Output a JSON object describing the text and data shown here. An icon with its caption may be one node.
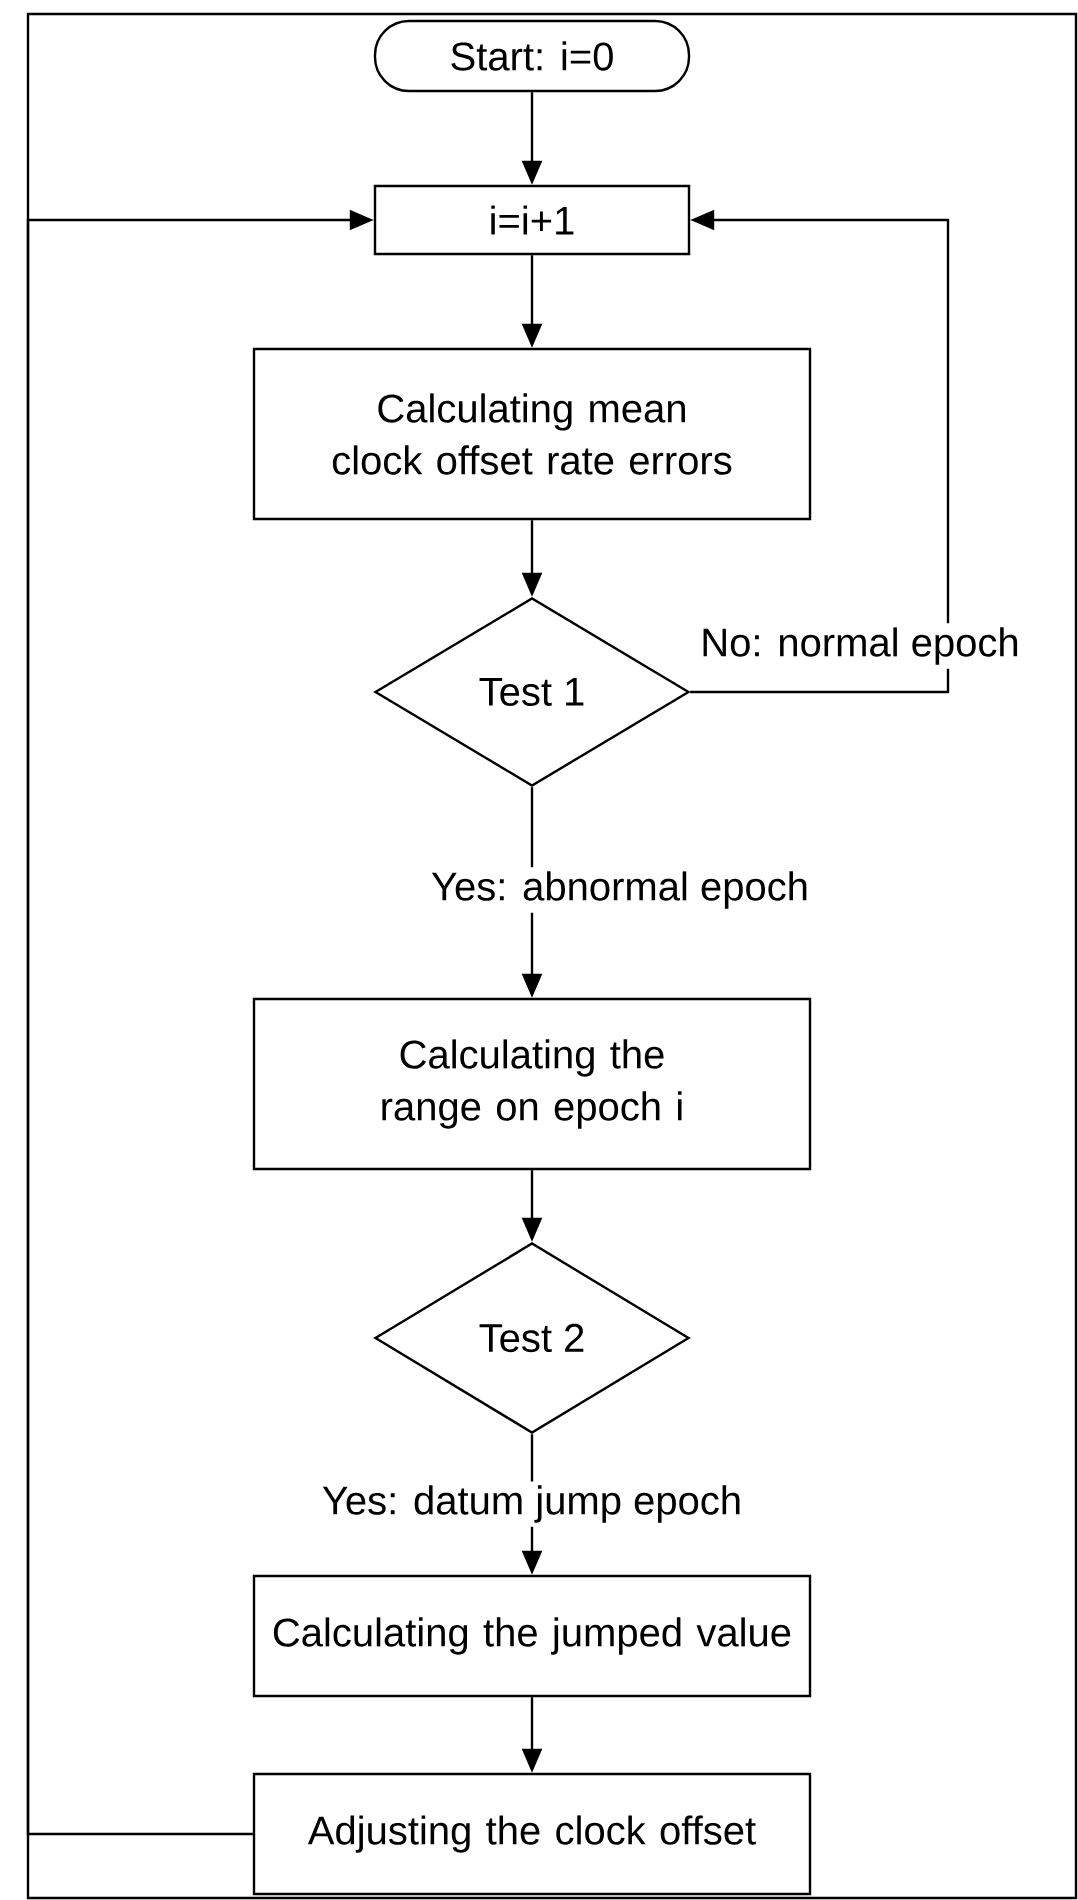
{
  "diagram": {
    "nodes": [
      {
        "text": [
          "Start: i=0"
        ]
      },
      {
        "text": [
          "i=i+1"
        ]
      },
      {
        "text": [
          "Calculating mean clock offset rate errors"
        ]
      },
      {
        "text": [
          "Test 1"
        ]
      },
      {
        "text": [
          "Calculating the range on epoch i"
        ]
      },
      {
        "text": [
          "Test 2"
        ]
      },
      {
        "text": [
          "Calculating the jumped value"
        ]
      },
      {
        "text": [
          "Adjusting the clock offset"
        ]
      }
    ],
    "edges": [
      {
        "from": 0,
        "to": 1,
        "arrow": "to"
      },
      {
        "from": 1,
        "to": 2,
        "arrow": "to"
      },
      {
        "from": 2,
        "to": 3,
        "arrow": "to"
      },
      {
        "from": 3,
        "to": 4,
        "arrow": "to",
        "label": "Yes: abnormal epoch"
      },
      {
        "from": 3,
        "to": 1,
        "arrow": "to",
        "label": "No: normal epoch"
      },
      {
        "from": 4,
        "to": 5,
        "arrow": "to"
      },
      {
        "from": 5,
        "to": 6,
        "arrow": "to",
        "label": "Yes: datum jump epoch"
      },
      {
        "from": 6,
        "to": 7,
        "arrow": "to"
      },
      {
        "from": 7,
        "to": 1,
        "arrow": "to"
      }
    ]
  }
}
